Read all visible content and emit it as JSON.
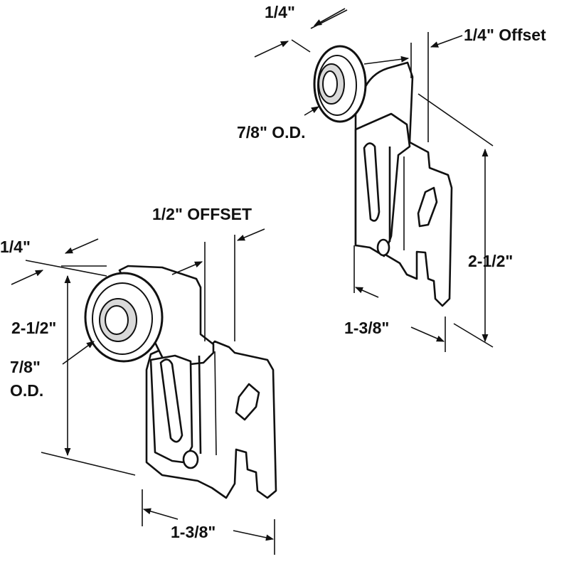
{
  "colors": {
    "ink": "#111111",
    "paper": "#ffffff",
    "shade": "#d9d9d9"
  },
  "right_part": {
    "labels": {
      "width_top": "1/4\"",
      "offset": "1/4\" Offset",
      "od": "7/8\" O.D.",
      "height": "2-1/2\"",
      "width": "1-3/8\""
    }
  },
  "left_part": {
    "labels": {
      "offset": "1/2\" OFFSET",
      "width_top": "1/4\"",
      "height": "2-1/2\"",
      "od_line1": "7/8\"",
      "od_line2": "O.D.",
      "width": "1-3/8\""
    }
  }
}
